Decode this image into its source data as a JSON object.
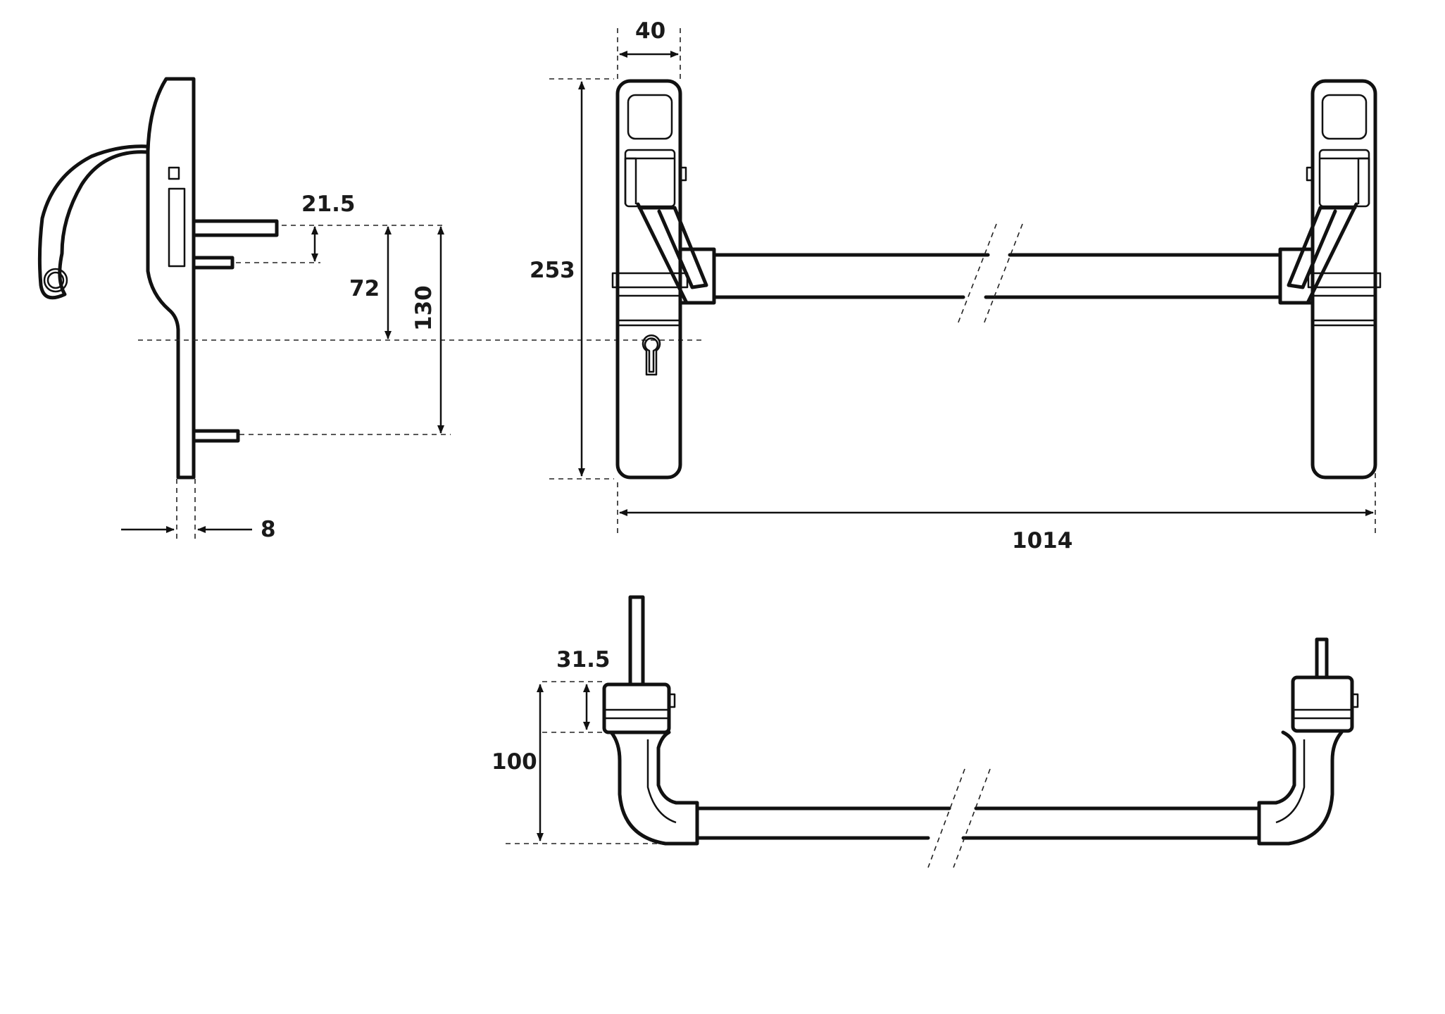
{
  "dimensions": {
    "screw_offset": "21.5",
    "screw_spacing": "72",
    "outer_spacing": "130",
    "plate_thickness": "8",
    "plate_width": "40",
    "plate_height": "253",
    "bar_length": "1014",
    "bar_offset": "31.5",
    "projection": "100"
  },
  "colors": {
    "line": "#111111",
    "background": "#ffffff"
  }
}
